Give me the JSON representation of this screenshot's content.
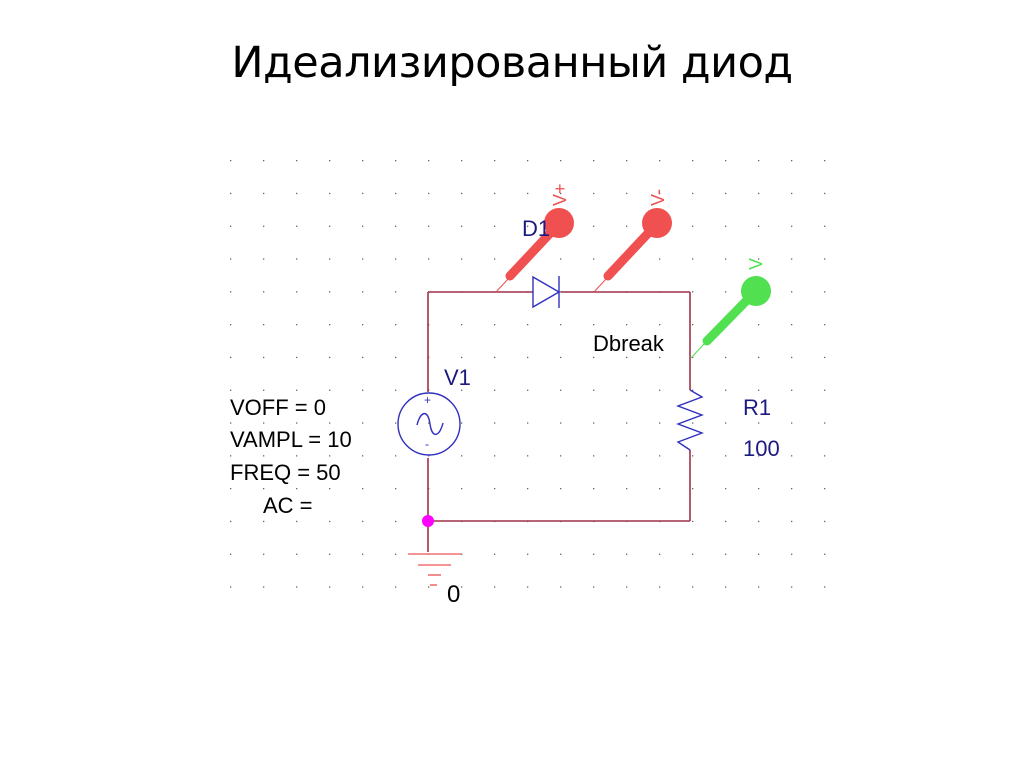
{
  "slide": {
    "title": "Идеализированный диод"
  },
  "schematic": {
    "diode": {
      "ref": "D1",
      "model": "Dbreak"
    },
    "source": {
      "ref": "V1",
      "params": [
        "VOFF = 0",
        "VAMPL = 10",
        "FREQ = 50",
        "AC ="
      ],
      "plus": "+",
      "minus": "-"
    },
    "resistor": {
      "ref": "R1",
      "value": "100"
    },
    "ground": {
      "label": "0"
    },
    "probes": [
      {
        "label": "V+",
        "color": "#f05050"
      },
      {
        "label": "V-",
        "color": "#f05050"
      },
      {
        "label": "V",
        "color": "#50e050"
      }
    ],
    "colors": {
      "wire": "#a0304a",
      "part": "#3030c0",
      "ref_text": "#1a1a80",
      "junction": "#ff00ff",
      "grid": "#555555",
      "ground": "#f07070"
    }
  }
}
